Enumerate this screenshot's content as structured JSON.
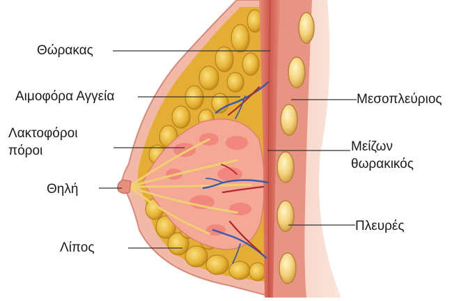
{
  "diagram": {
    "labels_left": {
      "thorax": "Θώρακας",
      "blood_vessels": "Αιμοφόρα Αγγεία",
      "lactiferous_ducts_line1": "Λακτοφόροι",
      "lactiferous_ducts_line2": "πόροι",
      "nipple": "Θηλή",
      "fat": "Λίπος"
    },
    "labels_right": {
      "intercostal": "Μεσοπλεύριος",
      "pectoralis_major_line1": "Μείζων",
      "pectoralis_major_line2": "θωρακικός",
      "ribs": "Πλευρές"
    },
    "colors": {
      "fat": "#e8b93a",
      "fat_highlight": "#f6dc7a",
      "gland": "#f2a59a",
      "muscle": "#d96b5e",
      "skin": "#f4cfc2",
      "vein": "#3b5aa8",
      "artery": "#b3262b",
      "leader_line": "#333333"
    }
  }
}
